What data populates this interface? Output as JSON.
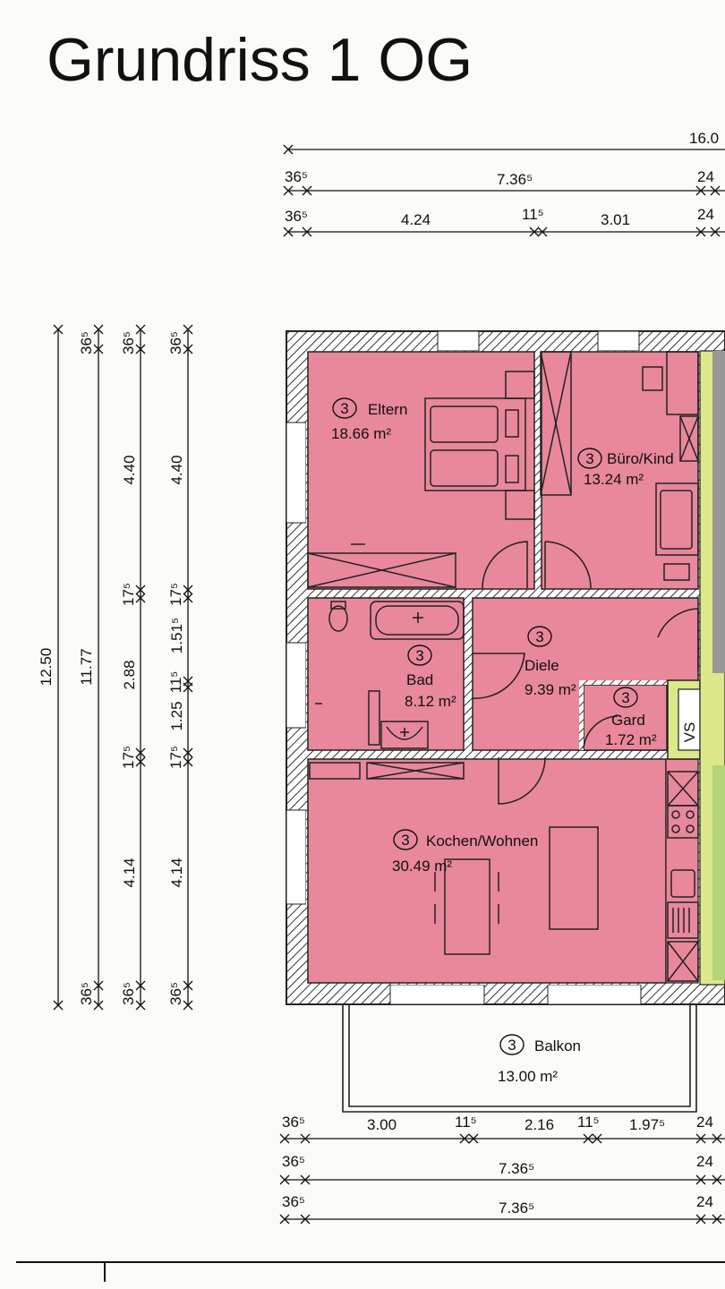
{
  "title": "Grundriss 1 OG",
  "rooms": {
    "eltern": {
      "num": "3",
      "name": "Eltern",
      "area": "18.66 m²"
    },
    "buero": {
      "num": "3",
      "name": "Büro/Kind",
      "area": "13.24 m²"
    },
    "bad": {
      "num": "3",
      "name": "Bad",
      "area": "8.12 m²"
    },
    "diele": {
      "num": "3",
      "name": "Diele",
      "area": "9.39 m²"
    },
    "gard": {
      "num": "3",
      "name": "Gard",
      "area": "1.72 m²"
    },
    "kochen": {
      "num": "3",
      "name": "Kochen/Wohnen",
      "area": "30.49 m²"
    },
    "balkon": {
      "num": "3",
      "name": "Balkon",
      "area": "13.00 m²"
    },
    "vs": "VS"
  },
  "dims_top": {
    "total": "16.0",
    "r2": [
      "36⁵",
      "7.36⁵",
      "24"
    ],
    "r3": [
      "36⁵",
      "4.24",
      "11⁵",
      "3.01",
      "24"
    ]
  },
  "dims_left": {
    "c1": [
      "12.50"
    ],
    "c2": [
      "36⁵",
      "11.77",
      "36⁵"
    ],
    "c3": [
      "36⁵",
      "4.40",
      "17⁵",
      "2.88",
      "17⁵",
      "4.14",
      "36⁵"
    ],
    "c4": [
      "36⁵",
      "4.40",
      "17⁵",
      "1.51⁵",
      "11⁵",
      "1.25",
      "17⁵",
      "4.14",
      "36⁵"
    ]
  },
  "dims_bottom": {
    "r1": [
      "36⁵",
      "3.00",
      "11⁵",
      "2.16",
      "11⁵",
      "1.97⁵",
      "24"
    ],
    "r2": [
      "36⁵",
      "7.36⁵",
      "24"
    ],
    "r3": [
      "36⁵",
      "7.36⁵",
      "24"
    ]
  },
  "colors": {
    "room": "#e8889a",
    "hatch": "#333333",
    "wall": "#222222",
    "shaft": "#dce88a"
  }
}
